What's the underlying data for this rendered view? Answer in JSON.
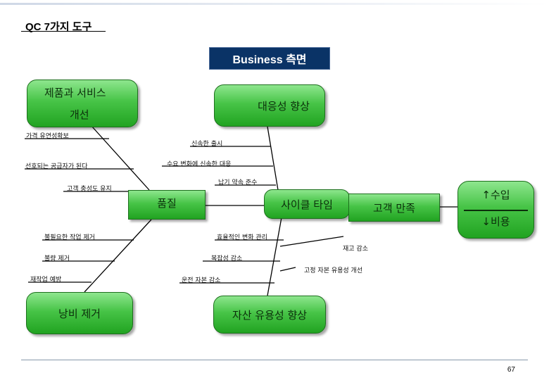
{
  "header": {
    "title": "QC 7가지 도구"
  },
  "banner": {
    "label": "Business 측면"
  },
  "boxes": {
    "product_service_line1": "제품과 서비스",
    "product_service_line2": "개선",
    "response": "대응성 향상",
    "quality": "품질",
    "cycle_time": "사이클 타임",
    "customer_satisfaction": "고객 만족",
    "waste_removal": "낭비 제거",
    "asset_liquidity": "자산 유용성 향상",
    "revenue_up": "↑수입",
    "cost_down": "↓비용"
  },
  "labels": {
    "price_flexibility": "가격 유연성확보",
    "preferred_supplier": "선호되는 공급자가 된다",
    "customer_loyalty": "고객 충성도 유지",
    "quick_launch": "신속한 출시",
    "demand_response": "수요 변화에 신속한 대응",
    "delivery_promise": "납기 약속 준수",
    "remove_unneeded_work": "불필요한 작업 제거",
    "remove_defects": "불량 제거",
    "prevent_rework": "재작업 예방",
    "efficient_change": "효율적인 변화 관리",
    "reduce_complexity": "복잡성 감소",
    "reduce_working_capital": "운전 자본 감소",
    "reduce_inventory": "재고 감소",
    "improve_fixed_capital": "고정 자본 유용성 개선"
  },
  "footer": {
    "page_number": "67"
  },
  "colors": {
    "banner": "#0a3366",
    "box_green": "#47c447",
    "line": "#000000"
  }
}
